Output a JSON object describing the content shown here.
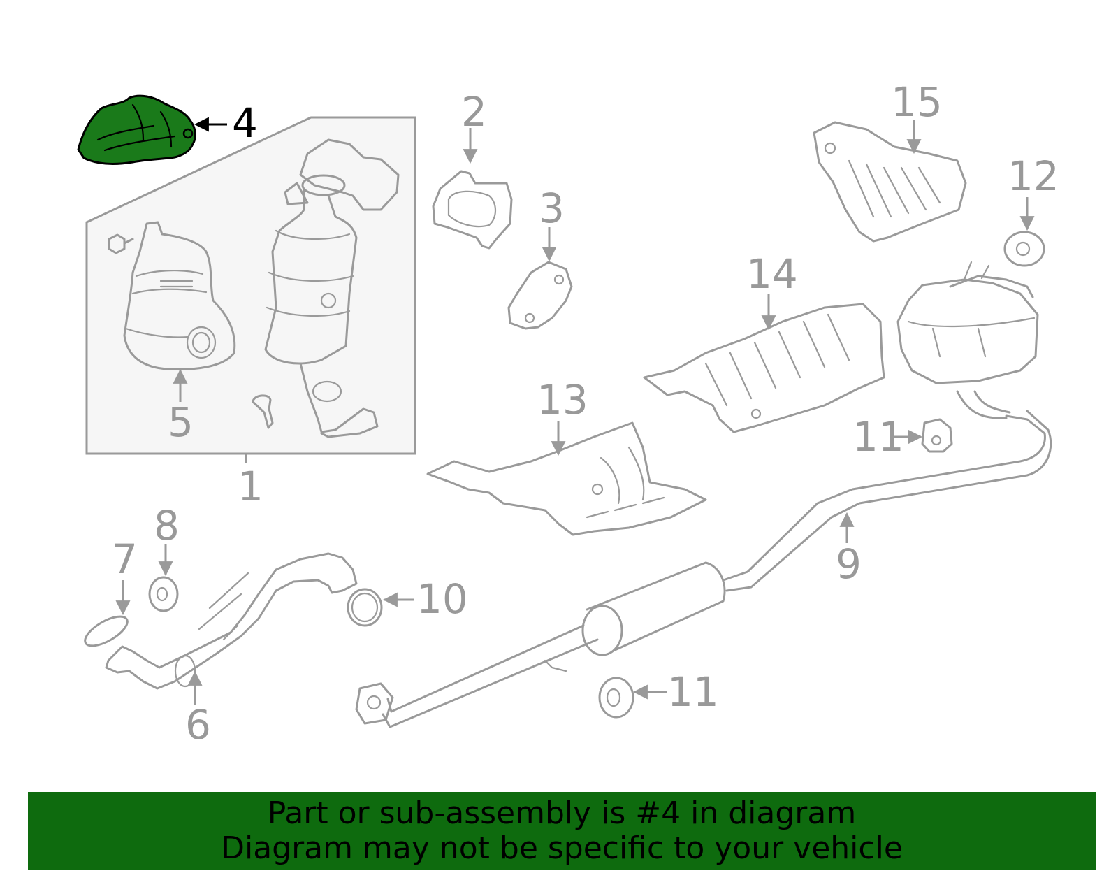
{
  "callouts": {
    "c1": "1",
    "c2": "2",
    "c3": "3",
    "c4": "4",
    "c5": "5",
    "c6": "6",
    "c7": "7",
    "c8": "8",
    "c9": "9",
    "c10": "10",
    "c11a": "11",
    "c11b": "11",
    "c12": "12",
    "c13": "13",
    "c14": "14",
    "c15": "15"
  },
  "highlight": {
    "part": "4",
    "color": "#1a7a1a"
  },
  "banner": {
    "line1": "Part or sub-assembly is #4 in diagram",
    "line2": "Diagram may not be specific to your vehicle",
    "color": "#0e6b0e"
  }
}
